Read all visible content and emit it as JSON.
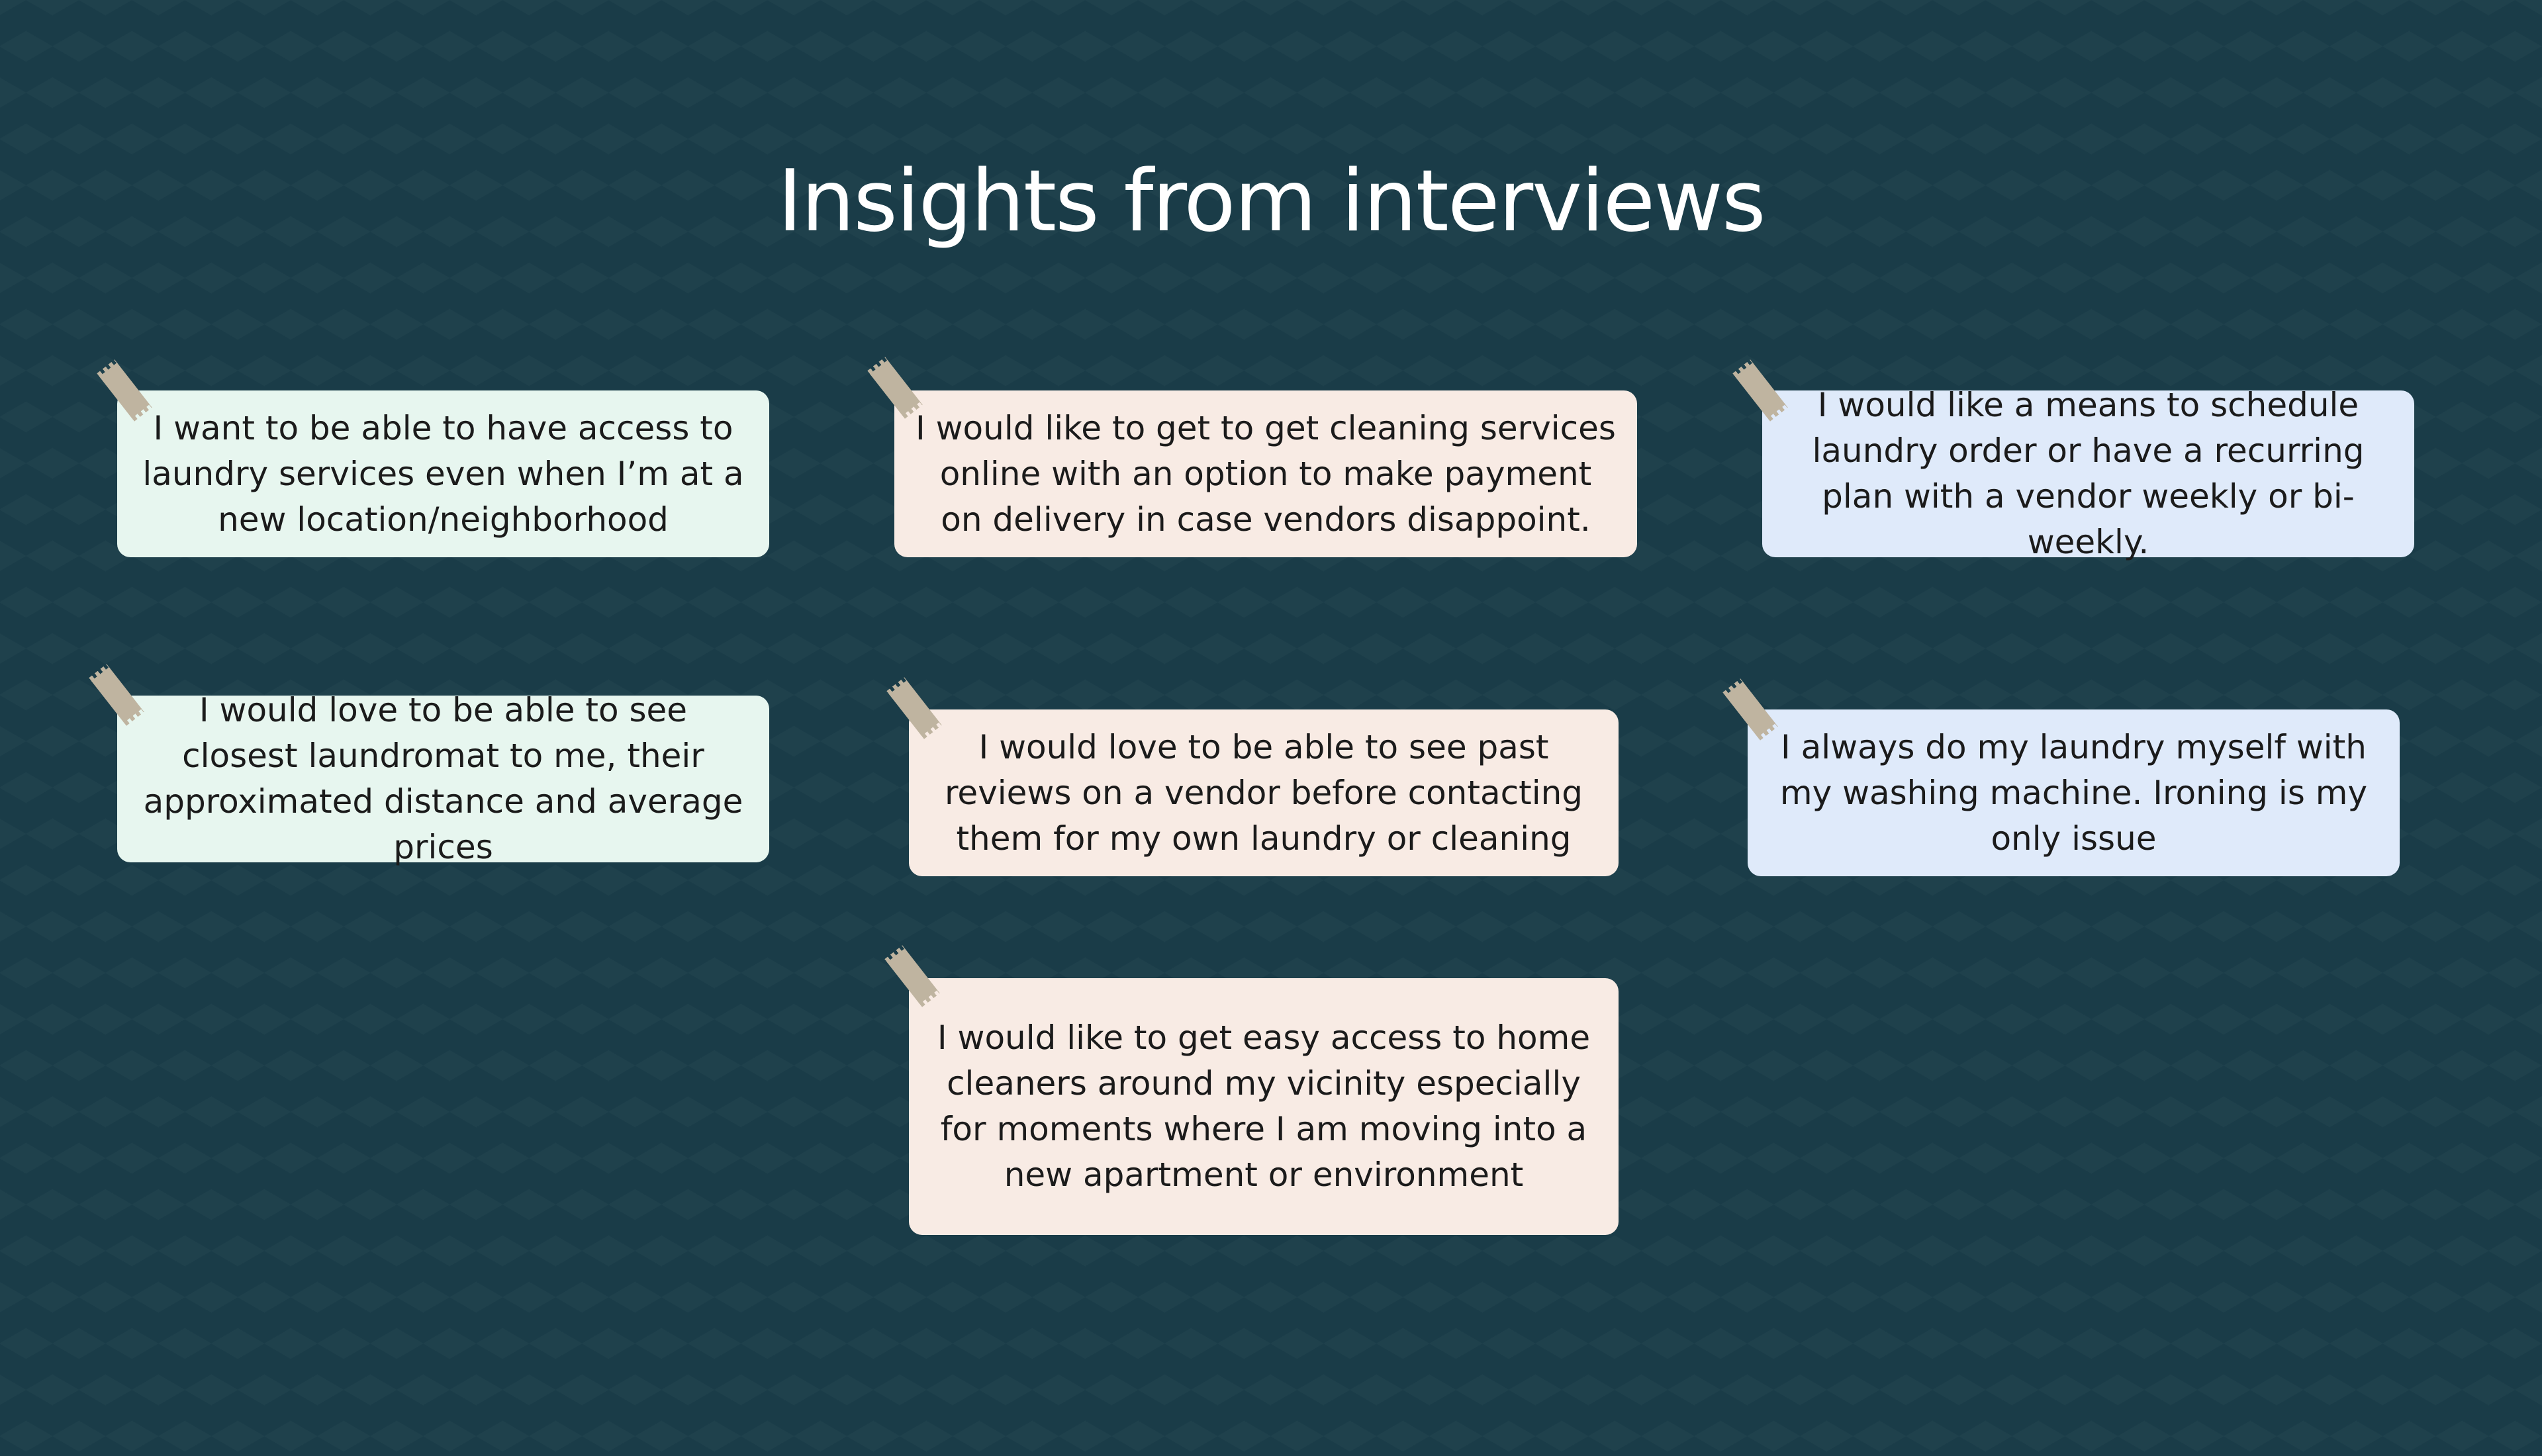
{
  "title": "Insights from interviews",
  "colors": {
    "background": "#1a3c48",
    "note_green": "#e7f6ef",
    "note_peach": "#f8ebe4",
    "note_blue": "#dfeafa",
    "tape": "#bfb4a0"
  },
  "notes": [
    {
      "text": "I want to be able to have access to laundry services even when I’m at a new location/neighborhood",
      "color": "#e7f6ef"
    },
    {
      "text": "I would like to get to get cleaning services online with an option to make payment on delivery in case vendors disappoint.",
      "color": "#f8ebe4"
    },
    {
      "text": "I would like a means to schedule laundry order or have a recurring plan with a vendor weekly or bi-weekly.",
      "color": "#dfeafa"
    },
    {
      "text": "I would love to be able to see closest laundromat to me, their approximated distance and average prices",
      "color": "#e7f6ef"
    },
    {
      "text": "I would love to be able to see past reviews on a vendor before contacting them for my own laundry or cleaning",
      "color": "#f8ebe4"
    },
    {
      "text": "I always do my laundry myself with my washing machine. Ironing is my only issue",
      "color": "#dfeafa"
    },
    {
      "text": "I would like to get easy access to home cleaners around my vicinity especially for moments where I am moving into a new apartment or environment",
      "color": "#f8ebe4"
    }
  ]
}
